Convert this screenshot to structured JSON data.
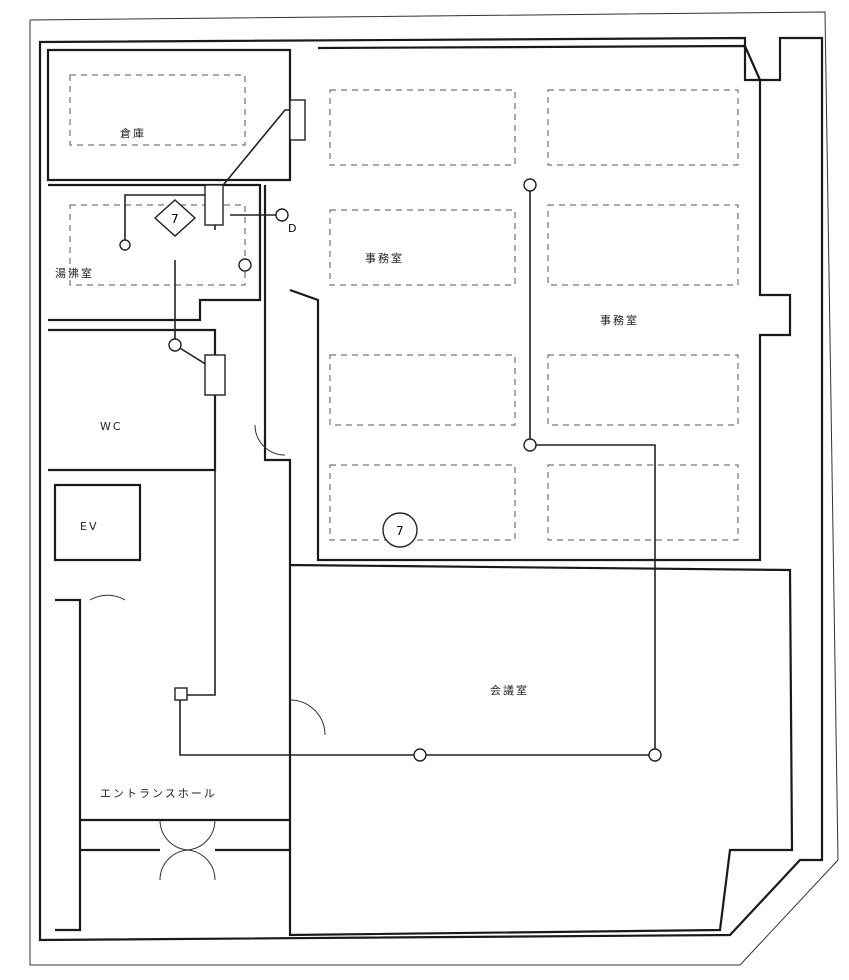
{
  "rooms": {
    "storage": "倉庫",
    "meeting": "会議室",
    "office_large": "事務室",
    "office_small": "事務室",
    "kitchen": "湯沸室",
    "toilet": "WC",
    "elevator": "EV",
    "entrance_hall": "エントランスホール"
  },
  "symbols": {
    "distribution_board_label": "7",
    "circle_marker_label": "7",
    "panel_tag": "D"
  },
  "colors": {
    "line": "#1a1a1a",
    "background": "#ffffff"
  }
}
